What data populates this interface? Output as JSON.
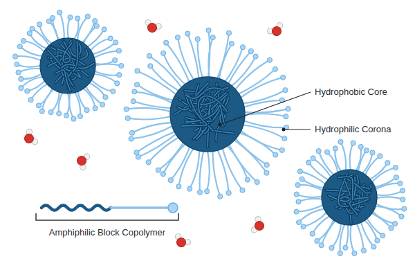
{
  "diagram": {
    "labels": [
      "Hydrophobic Core",
      "Hydrophilic Corona",
      "Amphiphilic Block Copolymer"
    ]
  }
}
